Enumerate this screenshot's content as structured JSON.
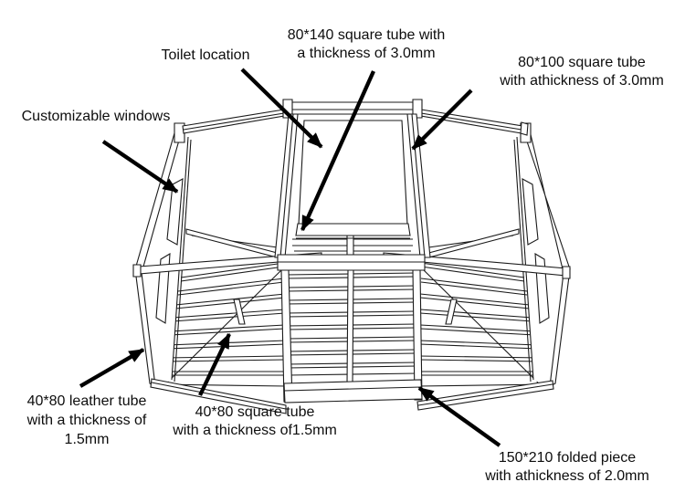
{
  "figure": {
    "type": "technical-wireframe-diagram",
    "subject": "Foldable container house steel frame, isometric wireframe with annotated parts",
    "background_color": "#ffffff",
    "line_color": "#1b1b1b",
    "arrow_color": "#000000",
    "text_color": "#0d0d0d"
  },
  "labels": {
    "toilet_location": "Toilet location",
    "tube_80_140": "80*140 square tube with\na thickness of 3.0mm",
    "tube_80_100": "80*100 square tube\nwith athickness of 3.0mm",
    "customizable_windows": "Customizable windows",
    "leather_tube_40_80": "40*80 leather tube\nwith a thickness of\n1.5mm",
    "square_tube_40_80": "40*80 square tube\nwith a thickness of1.5mm",
    "folded_piece_150_210": "150*210 folded piece\nwith athickness of 2.0mm"
  },
  "annotations": [
    {
      "label": "Toilet location",
      "points_to": "central portal frame opening"
    },
    {
      "label": "80*140 square tube with a thickness of 3.0mm",
      "points_to": "central frame lower beam"
    },
    {
      "label": "80*100 square tube with athickness of 3.0mm",
      "points_to": "central frame right post"
    },
    {
      "label": "Customizable windows",
      "points_to": "left wing window cutouts"
    },
    {
      "label": "40*80 leather tube with a thickness of 1.5mm",
      "points_to": "left wing bottom edge tube"
    },
    {
      "label": "40*80 square tube with a thickness of1.5mm",
      "points_to": "left floor deck joist"
    },
    {
      "label": "150*210 folded piece with athickness of 2.0mm",
      "points_to": "central base apron right corner"
    }
  ]
}
